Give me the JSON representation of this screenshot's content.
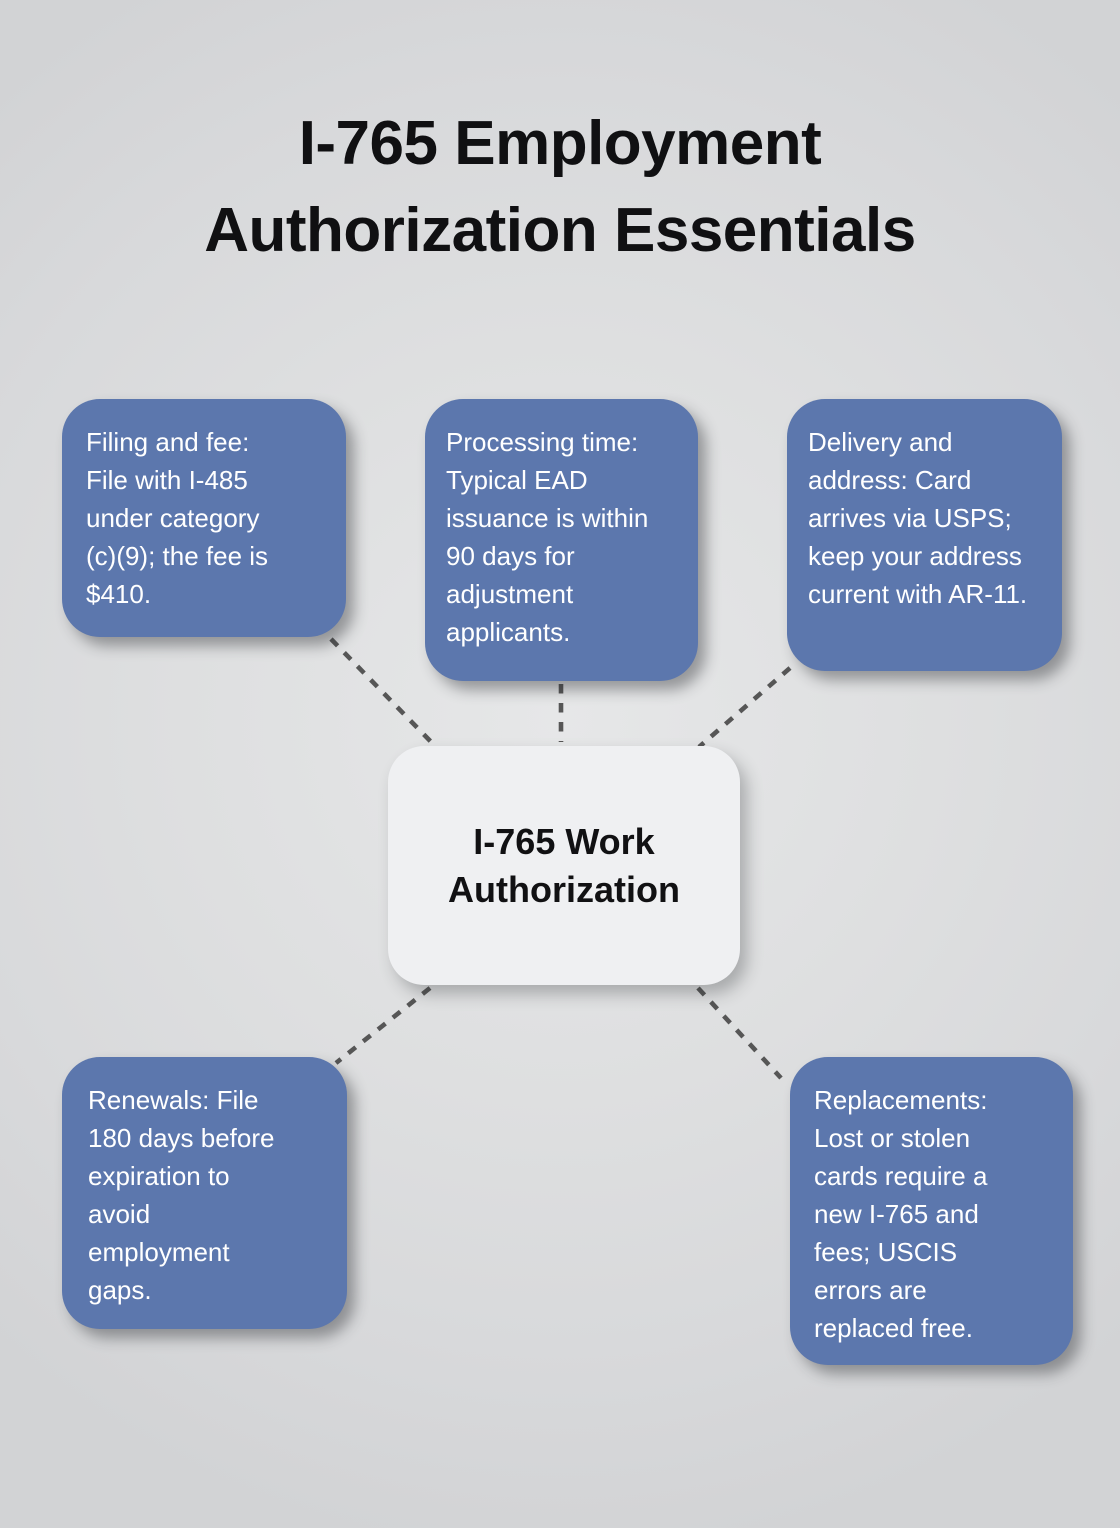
{
  "title": {
    "line1": "I-765 Employment",
    "line2": "Authorization Essentials"
  },
  "center_node": {
    "line1": "I-765 Work",
    "line2": "Authorization"
  },
  "nodes": [
    {
      "id": "filing-fee",
      "text": "Filing and fee: File with I-485 under category (c)(9); the fee is $410."
    },
    {
      "id": "processing-time",
      "text": "Processing time: Typical EAD issuance is within 90 days for adjustment applicants."
    },
    {
      "id": "delivery-address",
      "text": "Delivery and address: Card arrives via USPS; keep your address current with AR-11."
    },
    {
      "id": "renewals",
      "text": "Renewals: File 180 days before expiration to avoid employment gaps."
    },
    {
      "id": "replacements",
      "text": "Replacements: Lost or stolen cards require a new I-765 and fees; USCIS errors are replaced free."
    }
  ],
  "colors": {
    "node_fill": "#5c77ad",
    "node_text": "#ffffff",
    "center_fill": "#eff0f2",
    "center_text": "#111113",
    "connector": "#565656",
    "title_text": "#101012"
  }
}
